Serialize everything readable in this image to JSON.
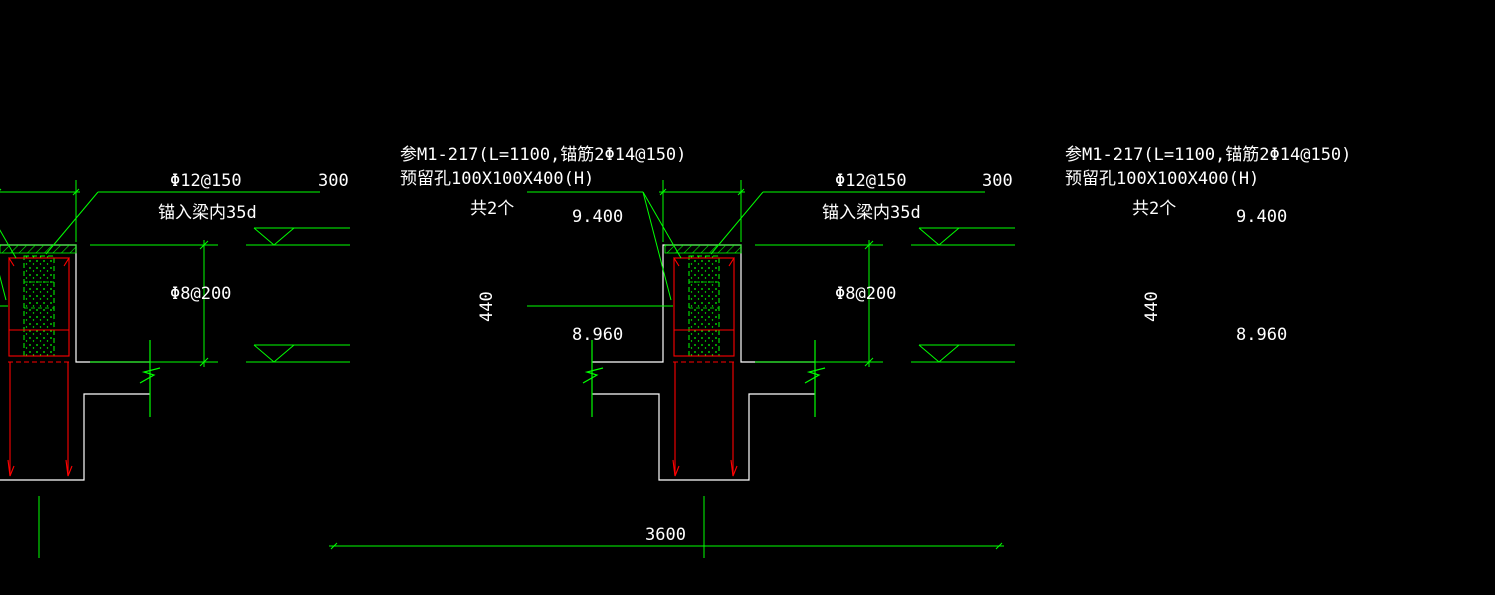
{
  "colors": {
    "background": "#000000",
    "outline": "#ffffff",
    "dimension": "#00ff00",
    "rebar": "#ff0000",
    "hatch": "#00ff00",
    "text": "#ffffff"
  },
  "details": [
    {
      "note_ref": "参M1-217(L=1100,锚筋2Φ14@150)",
      "note_hole": "预留孔100X100X400(H)",
      "note_count": "共2个",
      "rebar_top": "Φ12@150",
      "rebar_anchor": "锚入梁内35d",
      "stirrup": "Φ8@200",
      "width_dim": "300",
      "height_dim": "440",
      "elev_top": "9.400",
      "elev_bottom": "8.960"
    },
    {
      "note_ref": "参M1-217(L=1100,锚筋2Φ14@150)",
      "note_hole": "预留孔100X100X400(H)",
      "note_count": "共2个",
      "rebar_top": "Φ12@150",
      "rebar_anchor": "锚入梁内35d",
      "stirrup": "Φ8@200",
      "width_dim": "300",
      "height_dim": "440",
      "elev_top": "9.400",
      "elev_bottom": "8.960"
    }
  ],
  "spacing_dim": "3600"
}
